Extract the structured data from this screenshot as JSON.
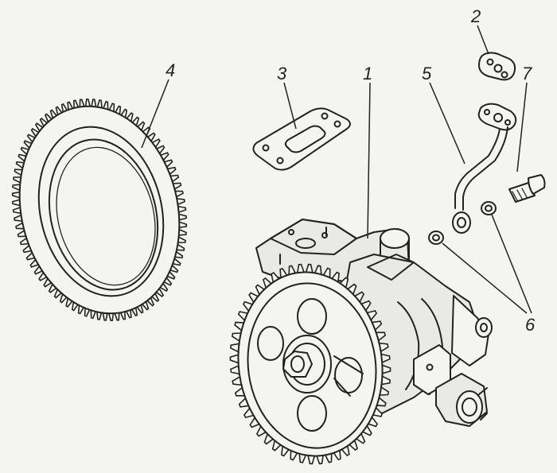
{
  "callouts": {
    "part_1": "1",
    "part_2": "2",
    "part_3": "3",
    "part_4": "4",
    "part_5": "5",
    "part_6": "6",
    "part_7": "7"
  },
  "colors": {
    "background": "#f4f4f2",
    "ink": "#222222"
  }
}
